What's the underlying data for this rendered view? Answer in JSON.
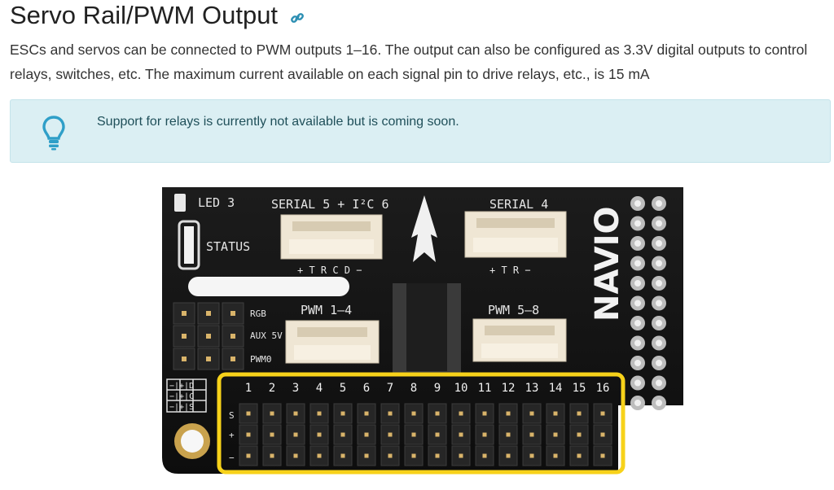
{
  "section": {
    "title": "Servo Rail/PWM Output",
    "anchor_icon": "link-icon",
    "paragraph": "ESCs and servos can be connected to PWM outputs 1–16. The output can also be configured as 3.3V digital outputs to control relays, switches, etc. The maximum current available on each signal pin to drive relays, etc., is 15 mA"
  },
  "tip": {
    "icon": "lightbulb-icon",
    "text": "Support for relays is currently not available but is coming soon."
  },
  "board": {
    "led_label": "LED 3",
    "status_label": "STATUS",
    "serial5_label": "SERIAL 5 + I²C 6",
    "serial4_label": "SERIAL 4",
    "serial5_pins": "+ T R C D −",
    "serial4_pins": "+ T R      −",
    "pwm14_label": "PWM 1–4",
    "pwm58_label": "PWM 5–8",
    "rgb_label": "RGB",
    "aux_label": "AUX 5V",
    "pwm0_label": "PWM0",
    "brand_label": "NAVIO",
    "rail_numbers": [
      "1",
      "2",
      "3",
      "4",
      "5",
      "6",
      "7",
      "8",
      "9",
      "10",
      "11",
      "12",
      "13",
      "14",
      "15",
      "16"
    ],
    "rail_row_labels": [
      "S",
      "+",
      "−"
    ],
    "legend_rows": [
      "−|+|D",
      "−|+|C",
      "−|+|S"
    ],
    "highlight_color": "#f7d21a"
  }
}
